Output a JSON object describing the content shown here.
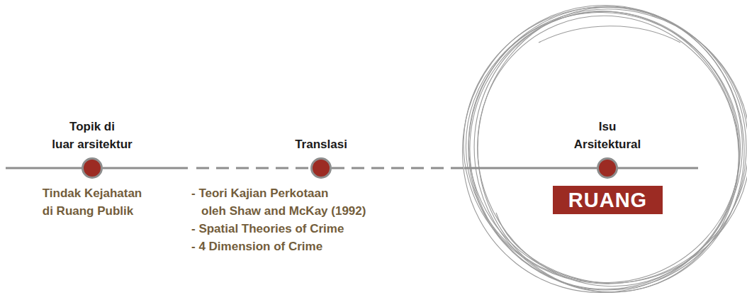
{
  "diagram": {
    "nodes": [
      {
        "text": [
          "Topik di luar arsitektur",
          "Tindak Kejahatan di Ruang Publik"
        ]
      },
      {
        "text": [
          "Translasi",
          "- Teori Kajian Perkotaan oleh Shaw and McKay (1992)",
          "- Spatial Theories of Crime",
          "- 4 Dimension of Crime"
        ]
      },
      {
        "text": [
          "Isu Arsitektural",
          "RUANG"
        ]
      }
    ],
    "edges": [
      {
        "from": 0,
        "to": 1,
        "arrow": "none"
      },
      {
        "from": 1,
        "to": 2,
        "arrow": "none"
      }
    ]
  }
}
